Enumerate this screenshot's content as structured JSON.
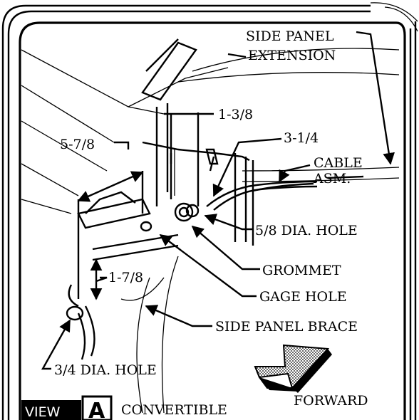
{
  "labels": {
    "side_panel_extension_1": "SIDE PANEL",
    "side_panel_extension_2": "EXTENSION",
    "dim_1_3_8": "1-3/8",
    "dim_3_1_4": "3-1/4",
    "dim_5_7_8": "5-7/8",
    "cable_1": "CABLE",
    "cable_2": "ASM.",
    "hole_5_8": "5/8 DIA. HOLE",
    "grommet": "GROMMET",
    "dim_1_7_8": "1-7/8",
    "gage_hole": "GAGE HOLE",
    "side_panel_brace": "SIDE PANEL BRACE",
    "hole_3_4": "3/4 DIA. HOLE",
    "forward": "FORWARD"
  },
  "view": {
    "tag": "VIEW",
    "letter": "A",
    "caption": "CONVERTIBLE"
  },
  "colors": {
    "ink": "#000000",
    "paper": "#ffffff"
  }
}
